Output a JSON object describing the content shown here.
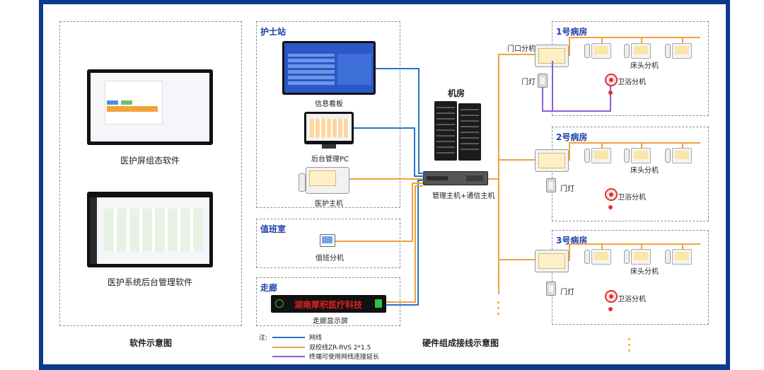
{
  "software": {
    "title": "软件示意图",
    "items": [
      {
        "label": "医护屏组态软件"
      },
      {
        "label": "医护系统后台管理软件"
      }
    ]
  },
  "sections": {
    "nurse_station": "护士站",
    "duty_room": "值班室",
    "corridor": "走廊",
    "server_room": "机房"
  },
  "devices": {
    "info_board": "信息看板",
    "admin_pc": "后台管理PC",
    "medical_host": "医护主机",
    "duty_ext": "值班分机",
    "corridor_display": "走廊显示屏",
    "host": "管理主机+通信主机",
    "led_text": "湖南厚积医疗科技"
  },
  "wards": [
    {
      "name": "1号病房",
      "door_ext": "门口分机",
      "door_light": "门灯",
      "bed_ext": "床头分机",
      "bath_ext": "卫浴分机"
    },
    {
      "name": "2号病房",
      "door_light": "门灯",
      "bed_ext": "床头分机",
      "bath_ext": "卫浴分机"
    },
    {
      "name": "3号病房",
      "door_light": "门灯",
      "bed_ext": "床头分机",
      "bath_ext": "卫浴分机"
    }
  ],
  "legend": {
    "note": "注:",
    "items": [
      {
        "label": "网线",
        "color": "#2a73c8"
      },
      {
        "label": "双绞线ZR-RVS 2*1.5",
        "color": "#f0a23a"
      },
      {
        "label": "终端可使用网线连接延长",
        "color": "#8a5fd6"
      }
    ]
  },
  "hardware_title": "硬件组成接线示意图"
}
